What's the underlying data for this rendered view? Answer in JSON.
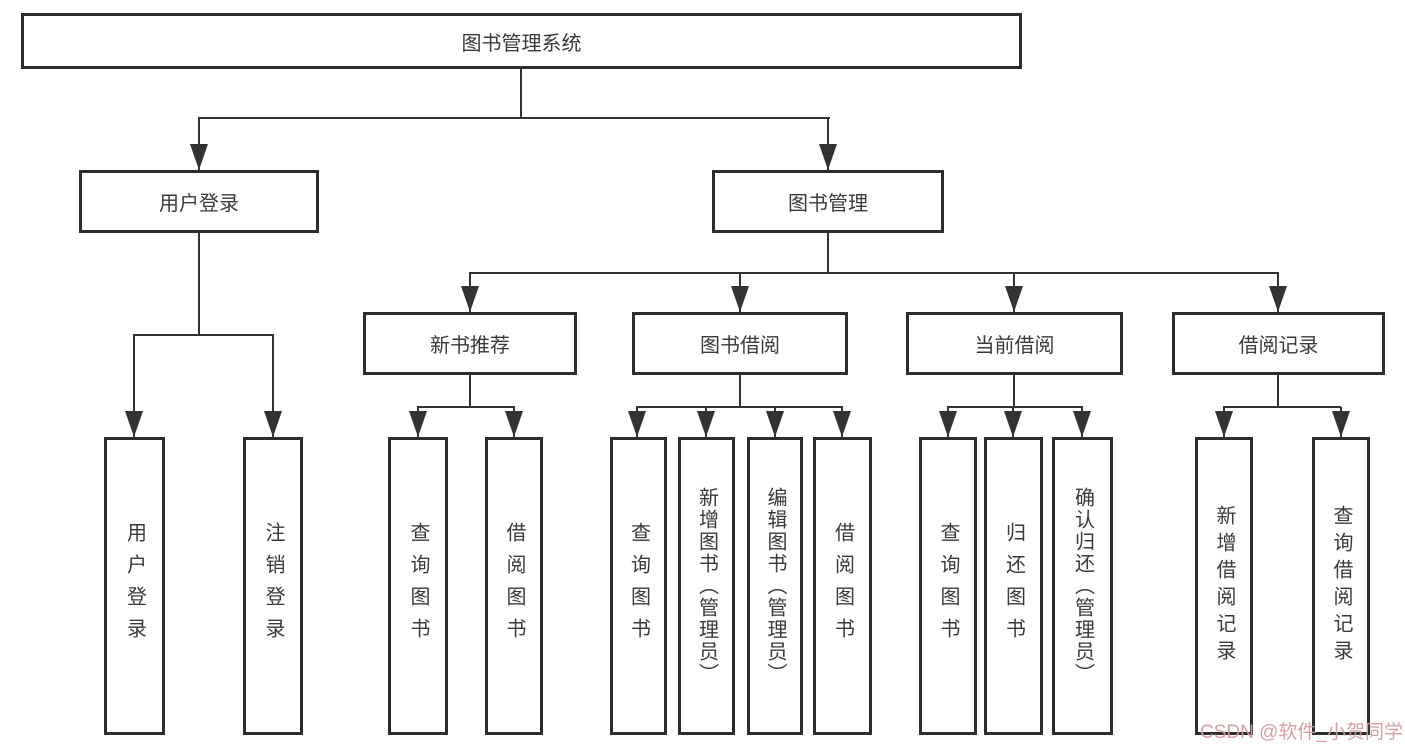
{
  "diagram": {
    "root": {
      "label": "图书管理系统"
    },
    "level2": [
      {
        "label": "用户登录"
      },
      {
        "label": "图书管理"
      }
    ],
    "level3": [
      {
        "label": "新书推荐"
      },
      {
        "label": "图书借阅"
      },
      {
        "label": "当前借阅"
      },
      {
        "label": "借阅记录"
      }
    ],
    "leaves": {
      "login": [
        {
          "label": "用户登录"
        },
        {
          "label": "注销登录"
        }
      ],
      "recommend": [
        {
          "label": "查询图书"
        },
        {
          "label": "借阅图书"
        }
      ],
      "borrow": [
        {
          "label": "查询图书"
        },
        {
          "label": "新增图书（管理员）"
        },
        {
          "label": "编辑图书（管理员）"
        },
        {
          "label": "借阅图书"
        }
      ],
      "current": [
        {
          "label": "查询图书"
        },
        {
          "label": "归还图书"
        },
        {
          "label": "确认归还（管理员）"
        }
      ],
      "records": [
        {
          "label": "新增借阅记录"
        },
        {
          "label": "查询借阅记录"
        }
      ]
    }
  },
  "watermark": {
    "text": "CSDN @软件_小贺同学"
  },
  "colors": {
    "line": "#333333",
    "box-border": "#2d2d2d",
    "text": "#3a3a3a",
    "watermark": "#d59aa1",
    "background": "#ffffff"
  }
}
